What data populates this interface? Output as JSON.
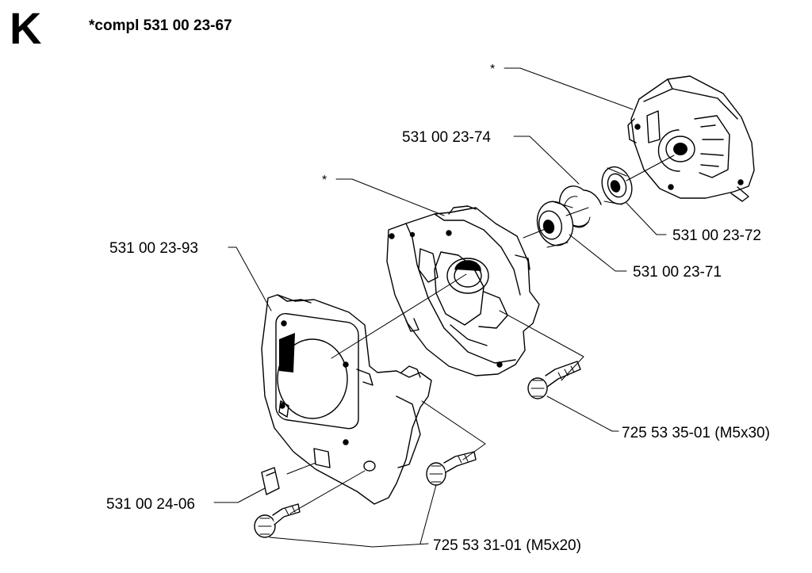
{
  "header": {
    "section_letter": "K",
    "title": "*compl 531 00 23-67"
  },
  "labels": {
    "circlip": "531 00 23-74",
    "bearing_small": "531 00 23-72",
    "bearing_large": "531 00 23-71",
    "fan_housing": "531 00 23-93",
    "screw_m5x30": "725 53 35-01 (M5x30)",
    "plug": "531 00 24-06",
    "screw_m5x20": "725 53 31-01 (M5x20)",
    "star_top": "*",
    "star_middle": "*"
  }
}
